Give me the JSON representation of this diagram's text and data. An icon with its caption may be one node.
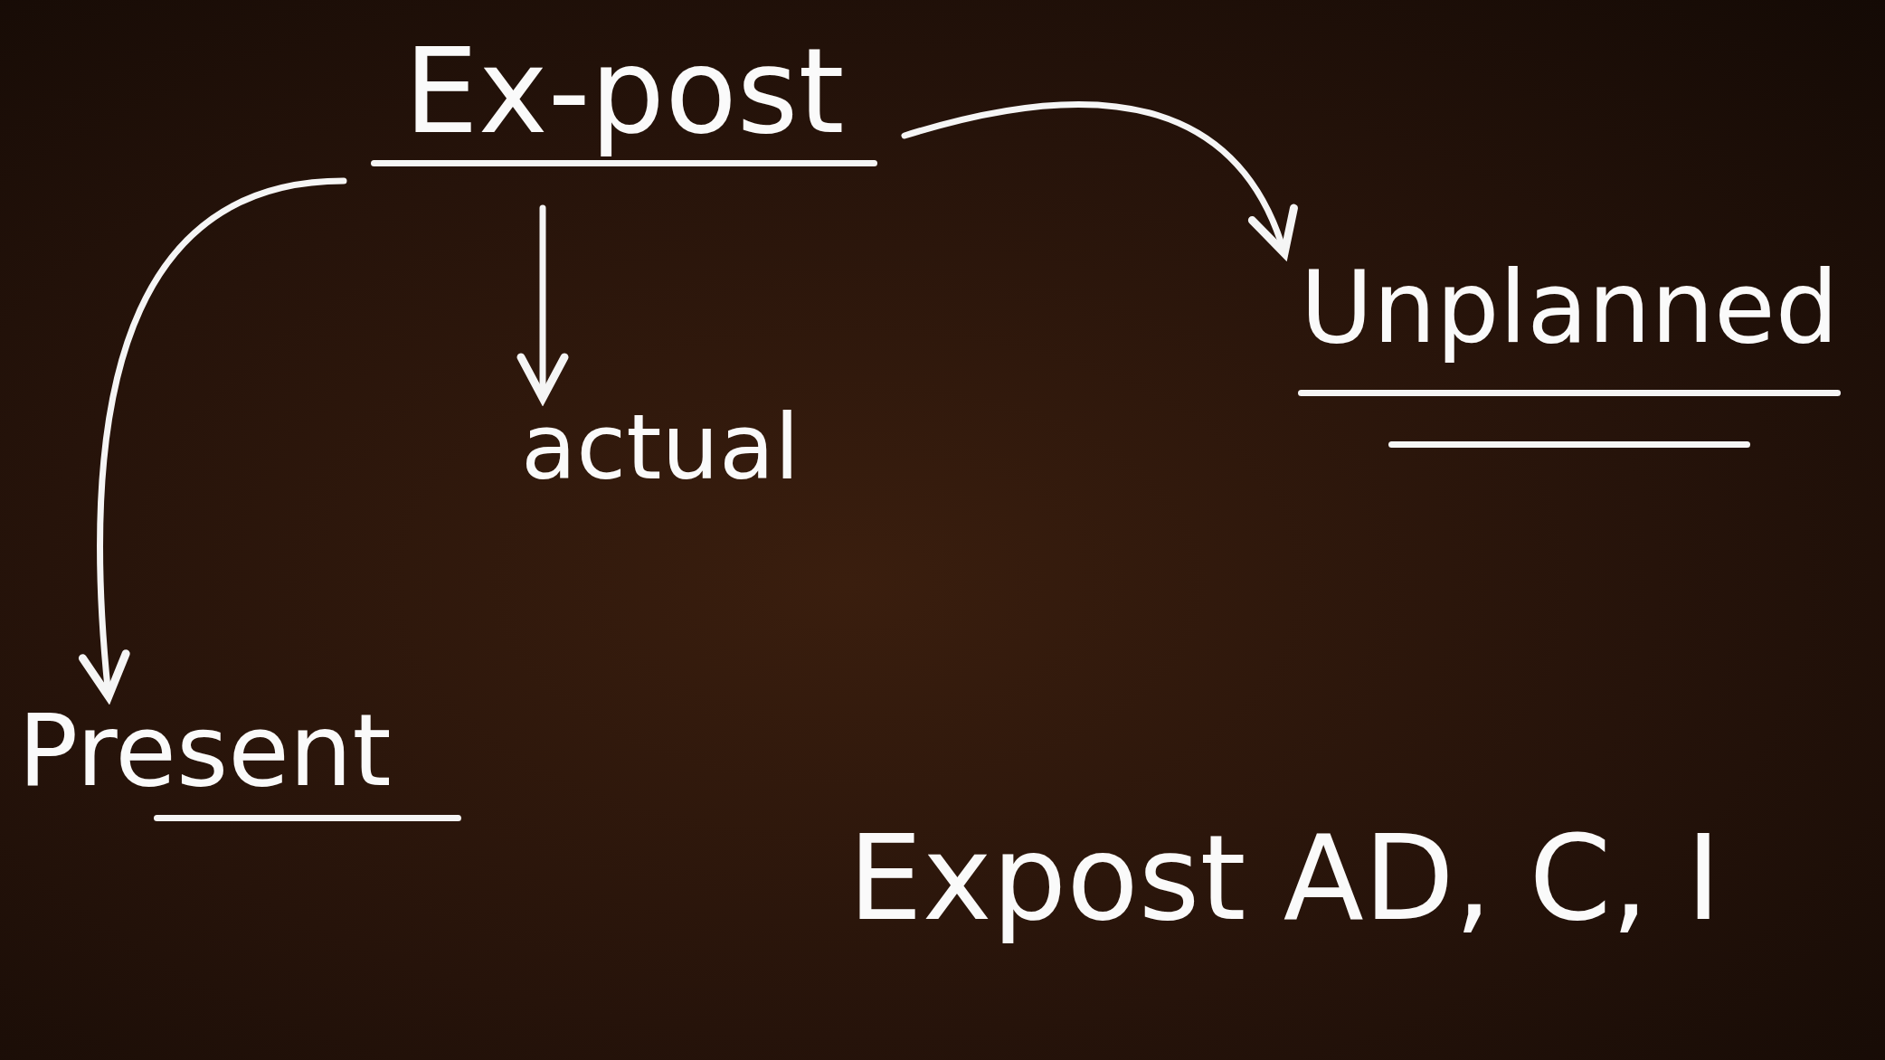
{
  "diagram": {
    "nodes": [
      {
        "text": [
          "Ex-post"
        ]
      },
      {
        "text": [
          "actual"
        ]
      },
      {
        "text": [
          "Unplanned"
        ]
      },
      {
        "text": [
          "Present"
        ]
      },
      {
        "text": [
          "Expost AD, C, I"
        ]
      }
    ],
    "edges": [
      {
        "from": 0,
        "to": 1,
        "arrow": "to"
      },
      {
        "from": 0,
        "to": 2,
        "arrow": "to"
      },
      {
        "from": 0,
        "to": 3,
        "arrow": "to"
      }
    ]
  }
}
